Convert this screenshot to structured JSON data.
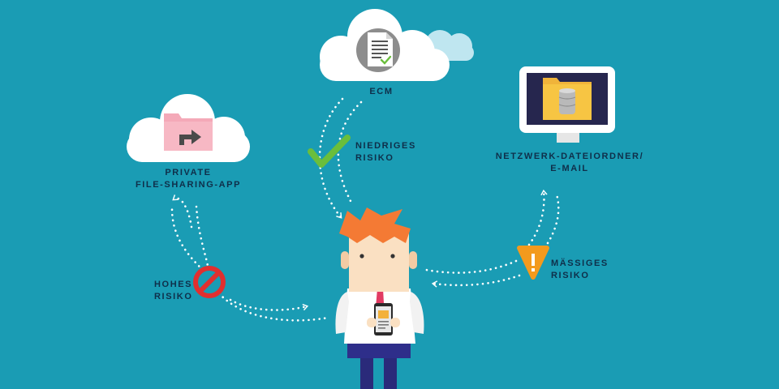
{
  "nodes": {
    "ecm": {
      "label": "ECM"
    },
    "private_app": {
      "line1": "PRIVATE",
      "line2": "FILE-SHARING-APP"
    },
    "network": {
      "line1": "NETZWERK-DATEIORDNER/",
      "line2": "E-MAIL"
    }
  },
  "risks": {
    "low": {
      "line1": "NIEDRIGES",
      "line2": "RISIKO",
      "icon": "check-icon"
    },
    "high": {
      "line1": "HOHES",
      "line2": "RISIKO",
      "icon": "prohibited-icon"
    },
    "medium": {
      "line1": "MÄSSIGES",
      "line2": "RISIKO",
      "icon": "warning-icon"
    }
  },
  "colors": {
    "background": "#1a9cb4",
    "text": "#0f2f4a",
    "low_risk": "#6abe3c",
    "high_risk": "#e12f2f",
    "medium_risk": "#f39a1d",
    "cloud": "#ffffff",
    "folder_pink": "#f4a9b8",
    "folder_yellow": "#f7c543"
  }
}
